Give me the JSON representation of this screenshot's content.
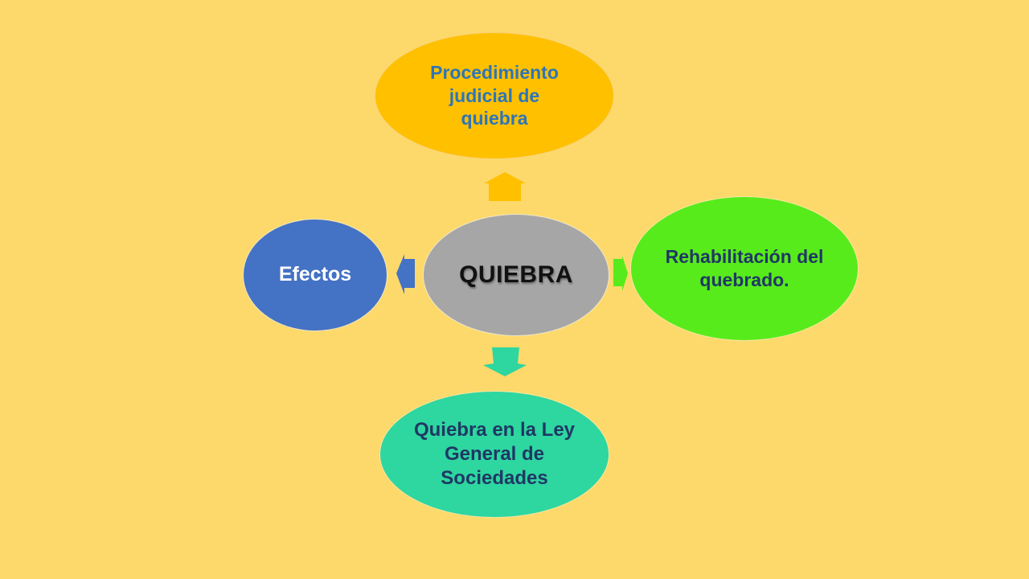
{
  "diagram": {
    "center": {
      "label": "QUIEBRA",
      "fill": "#a6a6a6",
      "text_color": "#111111"
    },
    "top": {
      "label": "Procedimiento judicial de quiebra",
      "fill": "#ffc000",
      "text_color": "#2e75b6",
      "arrow_color": "#ffc000"
    },
    "right": {
      "label": "Rehabilitación del quebrado.",
      "fill": "#58eb1b",
      "text_color": "#1f3864",
      "arrow_color": "#58eb1b"
    },
    "bottom": {
      "label": "Quiebra en la Ley General de Sociedades",
      "fill": "#2ed6a0",
      "text_color": "#1f3864",
      "arrow_color": "#2ed6a0"
    },
    "left": {
      "label": "Efectos",
      "fill": "#4472c4",
      "text_color": "#ffffff",
      "arrow_color": "#4472c4"
    },
    "background": "#fdd96b"
  }
}
